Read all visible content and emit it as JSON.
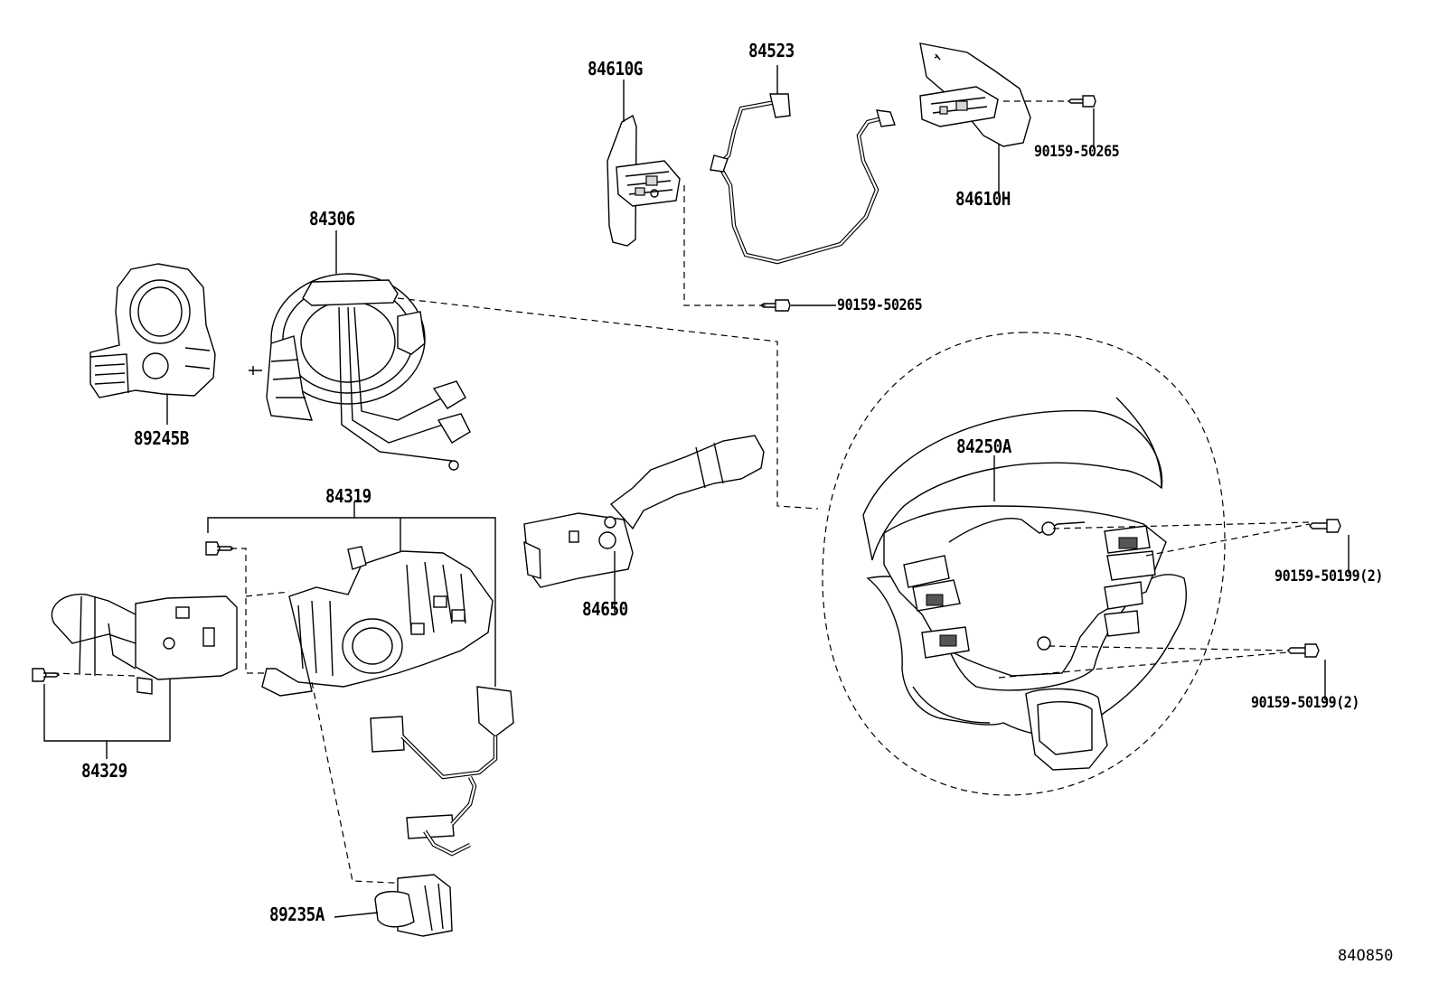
{
  "parts": {
    "p84610G": "84610G",
    "p84523": "84523",
    "p90159_50265_top": "90159-50265",
    "p84610H": "84610H",
    "p84306": "84306",
    "p90159_50265_mid": "90159-50265",
    "p89245B": "89245B",
    "p84250A": "84250A",
    "p90159_50199_a": "90159-50199(2)",
    "p90159_50199_b": "90159-50199(2)",
    "p84319": "84319",
    "p84650": "84650",
    "p84329": "84329",
    "p89235A": "89235A"
  },
  "diagram_ref": "84O850"
}
